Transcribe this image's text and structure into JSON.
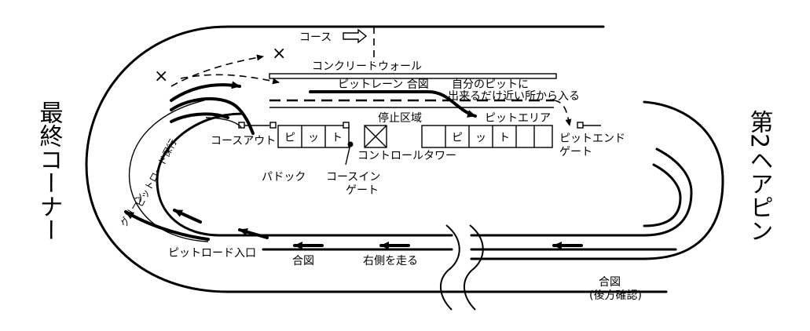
{
  "labels": {
    "course": "コース",
    "concrete_wall": "コンクリートウォール",
    "pit_lane_signal": "ピットレーン 合図",
    "enter_near_pit_1": "自分のピットに",
    "enter_near_pit_2": "出来るだけ近い所から入る",
    "stop_zone": "停止区域",
    "pit_area": "ピットエリア",
    "course_out": "コースアウト",
    "pit_1": "ピ",
    "pit_2": "ッ",
    "pit_3": "ト",
    "control_tower": "コントロールタワー",
    "pit_end_gate_1": "ピットエンド",
    "pit_end_gate_2": "ゲート",
    "paddock": "パドック",
    "course_in_gate_1": "コースイン",
    "course_in_gate_2": "ゲート",
    "pit_road_keep": "ピットロード保行",
    "green": "グリーン",
    "pit_road_entrance": "ピットロード入口",
    "signal": "合図",
    "keep_right": "右側を走る",
    "signal_check_rear_1": "合図",
    "signal_check_rear_2": "(後方確認)",
    "final_corner": "最終コーナー",
    "second_hairpin": "第2ヘアピン",
    "cross_mark": "×"
  }
}
